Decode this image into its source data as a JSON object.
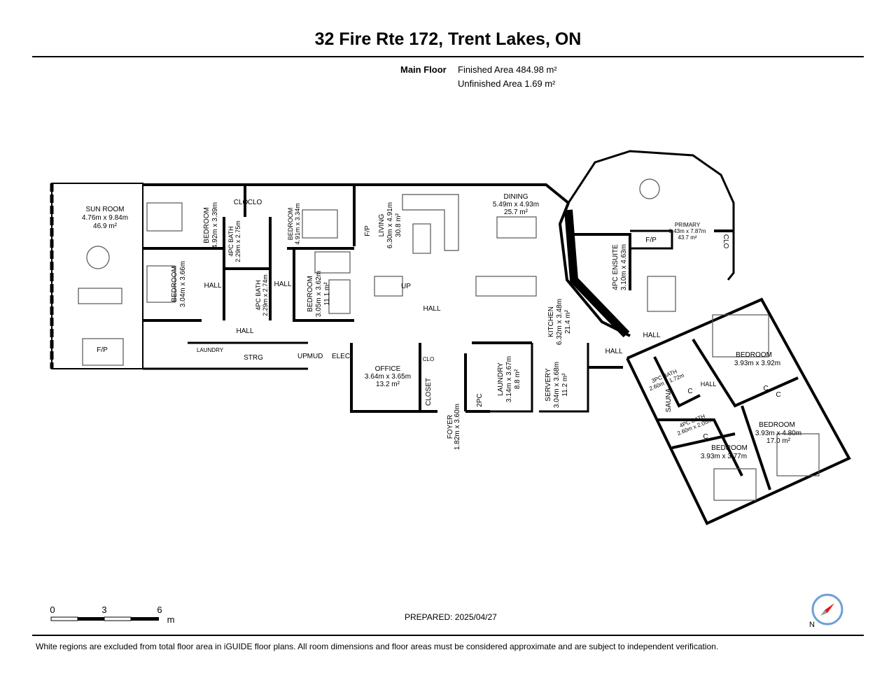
{
  "header": {
    "title": "32 Fire Rte 172, Trent Lakes, ON",
    "floor_label": "Main Floor",
    "finished_area": "Finished Area 484.98 m²",
    "unfinished_area": "Unfinished Area 1.69 m²"
  },
  "rooms": {
    "sun_room": {
      "name": "SUN ROOM",
      "dims": "4.76m x 9.84m",
      "area": "46.9 m²"
    },
    "fp_sun": {
      "name": "F/P"
    },
    "bedroom_nw": {
      "name": "BEDROOM",
      "dims": "4.92m x 3.39m"
    },
    "bath_4pc_a": {
      "name": "4PC BATH",
      "dims": "2.29m x 2.75m"
    },
    "clo_a": {
      "name": "CLO"
    },
    "clo_b": {
      "name": "CLO"
    },
    "bedroom_n2": {
      "name": "BEDROOM",
      "dims": "4.91m x 3.34m"
    },
    "bedroom_w": {
      "name": "BEDROOM",
      "dims": "3.04m x 3.66m"
    },
    "hall_a": {
      "name": "HALL"
    },
    "hall_b": {
      "name": "HALL"
    },
    "bath_4pc_b": {
      "name": "4PC BATH",
      "dims": "2.29m x 2.74m"
    },
    "bedroom_c": {
      "name": "BEDROOM",
      "dims": "3.05m x 3.62m",
      "area": "11.1 m²"
    },
    "fp_living": {
      "name": "F/P"
    },
    "living": {
      "name": "LIVING",
      "dims": "6.30m x 4.91m",
      "area": "30.8 m²"
    },
    "dining": {
      "name": "DINING",
      "dims": "5.49m x 4.93m",
      "area": "25.7 m²"
    },
    "up_a": {
      "name": "UP"
    },
    "hall_main": {
      "name": "HALL"
    },
    "hall_lower": {
      "name": "HALL"
    },
    "laundry_small": {
      "name": "LAUNDRY"
    },
    "strg": {
      "name": "STRG"
    },
    "up_b": {
      "name": "UP"
    },
    "mud": {
      "name": "MUD"
    },
    "elec": {
      "name": "ELEC"
    },
    "office": {
      "name": "OFFICE",
      "dims": "3.64m x 3.65m",
      "area": "13.2 m²"
    },
    "clo_office": {
      "name": "CLO"
    },
    "closet": {
      "name": "CLOSET"
    },
    "foyer": {
      "name": "FOYER",
      "dims": "1.82m x 3.60m"
    },
    "pc2": {
      "name": "2PC"
    },
    "laundry": {
      "name": "LAUNDRY",
      "dims": "3.14m x 3.67m",
      "area": "8.8 m²"
    },
    "servery": {
      "name": "SERVERY",
      "dims": "3.04m x 3.68m",
      "area": "11.2 m²"
    },
    "kitchen": {
      "name": "KITCHEN",
      "dims": "6.32m x 3.48m",
      "area": "21.4 m²"
    },
    "hall_k": {
      "name": "HALL"
    },
    "primary": {
      "name": "PRIMARY",
      "dims": "8.43m x 7.87m",
      "area": "43.7 m²"
    },
    "fp_primary": {
      "name": "F/P"
    },
    "clo_primary": {
      "name": "CLO"
    },
    "ensuite": {
      "name": "4PC ENSUITE",
      "dims": "3.10m x 4.63m"
    },
    "hall_p": {
      "name": "HALL"
    },
    "bath_3pc": {
      "name": "3PC BATH",
      "dims": "2.60m x 1.72m"
    },
    "sauna": {
      "name": "SAUNA"
    },
    "c1": {
      "name": "C"
    },
    "hall_e": {
      "name": "HALL"
    },
    "bedroom_e1": {
      "name": "BEDROOM",
      "dims": "3.93m x 3.92m"
    },
    "c2": {
      "name": "C"
    },
    "c3": {
      "name": "C"
    },
    "bath_4pc_e": {
      "name": "4PC BATH",
      "dims": "2.60m x 2.05m"
    },
    "c4": {
      "name": "C"
    },
    "bedroom_e2": {
      "name": "BEDROOM",
      "dims": "3.93m x 4.80m",
      "area": "17.0 m²"
    },
    "bedroom_e3": {
      "name": "BEDROOM",
      "dims": "3.93m x 3.77m"
    }
  },
  "scale_bar": {
    "ticks": [
      "0",
      "3",
      "6"
    ],
    "unit": "m"
  },
  "compass": {
    "label": "N",
    "accent_color": "#e8141c"
  },
  "prepared": "PREPARED: 2025/04/27",
  "disclaimer": "White regions are excluded from total floor area in iGUIDE floor plans. All room dimensions and floor areas must be considered approximate and are subject to independent verification."
}
